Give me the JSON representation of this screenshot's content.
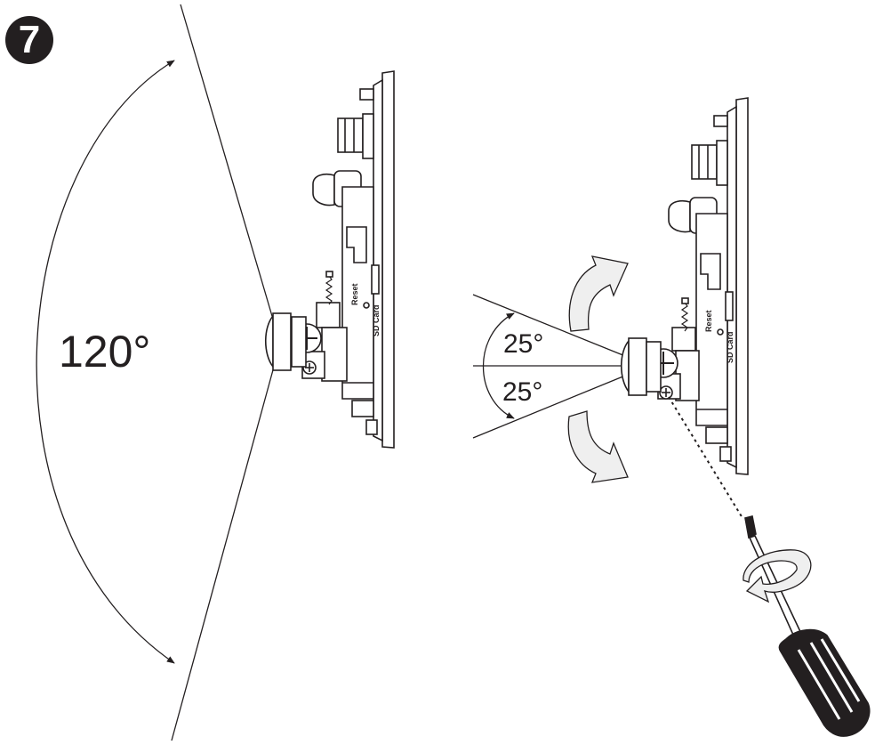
{
  "step": {
    "number": "7"
  },
  "left_view": {
    "pan_angle": "120°",
    "camera": {
      "reset_label": "Reset",
      "sd_label": "SD Card"
    }
  },
  "right_view": {
    "tilt_up": "25°",
    "tilt_down": "25°",
    "camera": {
      "reset_label": "Reset",
      "sd_label": "SD Card"
    }
  },
  "tool": {
    "icon": "screwdriver-icon",
    "action_icon": "rotate-arrow-icon"
  },
  "colors": {
    "line": "#231f20",
    "arrow_fill": "#efefef",
    "badge": "#231f20"
  }
}
